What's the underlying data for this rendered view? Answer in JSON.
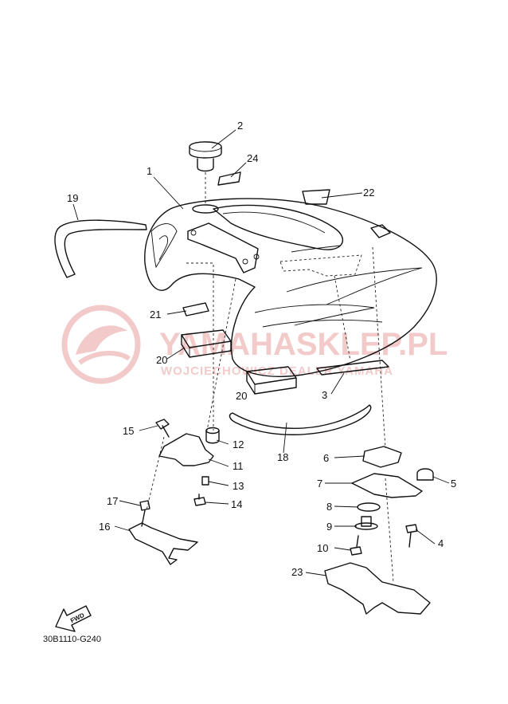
{
  "watermark": {
    "brand": "YAMAHASKLEP.PL",
    "dealer": "WOJCIECHOWICZ DEALER YAMAHA",
    "color": "#e8a0a0"
  },
  "diagram_code": "30B1110-G240",
  "fwd_label": "FWD",
  "callouts": [
    {
      "id": "c1",
      "text": "1"
    },
    {
      "id": "c2",
      "text": "2"
    },
    {
      "id": "c3",
      "text": "3"
    },
    {
      "id": "c4",
      "text": "4"
    },
    {
      "id": "c5",
      "text": "5"
    },
    {
      "id": "c6",
      "text": "6"
    },
    {
      "id": "c7",
      "text": "7"
    },
    {
      "id": "c8",
      "text": "8"
    },
    {
      "id": "c9",
      "text": "9"
    },
    {
      "id": "c10",
      "text": "10"
    },
    {
      "id": "c11",
      "text": "11"
    },
    {
      "id": "c12",
      "text": "12"
    },
    {
      "id": "c13",
      "text": "13"
    },
    {
      "id": "c14",
      "text": "14"
    },
    {
      "id": "c15",
      "text": "15"
    },
    {
      "id": "c16",
      "text": "16"
    },
    {
      "id": "c17",
      "text": "17"
    },
    {
      "id": "c18",
      "text": "18"
    },
    {
      "id": "c19",
      "text": "19"
    },
    {
      "id": "c20a",
      "text": "20"
    },
    {
      "id": "c20b",
      "text": "20"
    },
    {
      "id": "c21",
      "text": "21"
    },
    {
      "id": "c22",
      "text": "22"
    },
    {
      "id": "c23",
      "text": "23"
    },
    {
      "id": "c24",
      "text": "24"
    }
  ]
}
